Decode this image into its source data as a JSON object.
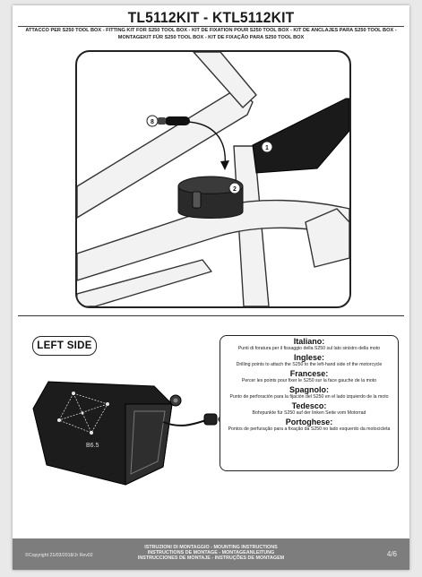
{
  "header": {
    "title": "TL5112KIT - KTL5112KIT",
    "subtitle_line1": "ATTACCO PER S250 TOOL BOX - FITTING KIT FOR S250 TOOL BOX - KIT DE FIXATION POUR S250 TOOL BOX - KIT DE ANCLAJES PARA S250 TOOL BOX -",
    "subtitle_line2": "MONTAGEKIT FÜR S250 TOOL BOX - KIT DE FIXAÇÃO PARA S250 TOOL BOX"
  },
  "illustration": {
    "callout_b": "8",
    "callout_1": "1",
    "callout_2": "2"
  },
  "bottom": {
    "left_side_label": "LEFT SIDE",
    "box_label": "B6.5"
  },
  "languages": [
    {
      "heading": "Italiano:",
      "text": "Punti di foratura per il fissaggio della S250 sul lato sinistro della moto"
    },
    {
      "heading": "Inglese:",
      "text": "Drilling points to attach the S250 to the left-hand side of the motorcycle"
    },
    {
      "heading": "Francese:",
      "text": "Percer les points pour fixer le S250 sur la face gauche de la moto"
    },
    {
      "heading": "Spagnolo:",
      "text": "Punto de perforación para la fijación del S250 en el lado izquierdo de la moto"
    },
    {
      "heading": "Tedesco:",
      "text": "Bohrpunkte für S250 auf der linken Seite vom Motorrad"
    },
    {
      "heading": "Portoghese:",
      "text": "Pontos de perfuração para a fixação da S250 no lado esquerdo da motocicleta"
    }
  ],
  "footer": {
    "line1": "ISTRUZIONI DI MONTAGGIO - MOUNTING INSTRUCTIONS",
    "line2": "INSTRUCTIONS DE MONTAGE - MONTAGEANLEITUNG",
    "line3": "INSTRUCCIONES DE MONTAJE - INSTRUÇÕES DE MONTAGEM",
    "copyright": "©Copyright 21/03/2018/Jr Rev02",
    "page": "4/6"
  },
  "colors": {
    "footer_bg": "#7d7d7d",
    "bracket_dark": "#1a1a1a",
    "frame_light": "#f0f0f0"
  }
}
